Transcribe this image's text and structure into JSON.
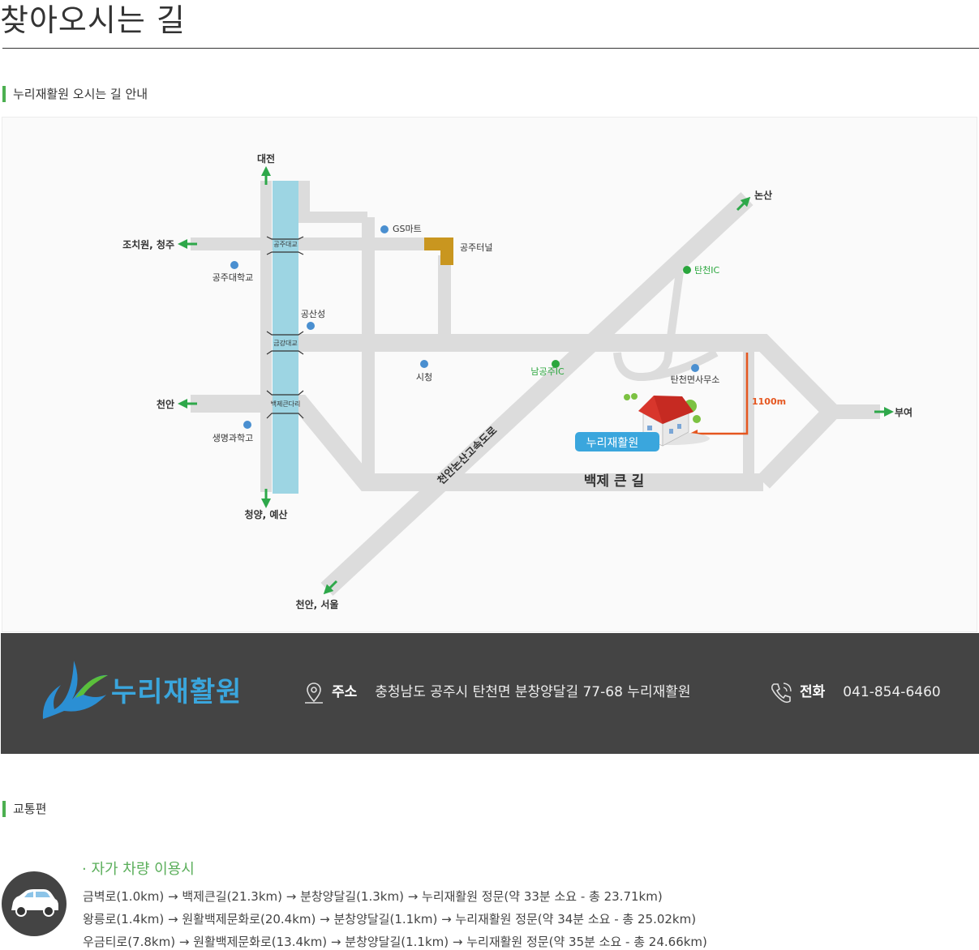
{
  "page_title": "찾아오시는 길",
  "section_map": "누리재활원 오시는 길 안내",
  "map": {
    "places": {
      "daejeon": "대전",
      "jochiwon": "조치원, 청주",
      "gongju_univ": "공주대학교",
      "gs_mart": "GS마트",
      "gongju_tunnel": "공주터널",
      "gongsanseong": "공산성",
      "city_hall": "시청",
      "cheonan": "천안",
      "life_sci_hs": "생명과학고",
      "cheongyang": "청양, 예산",
      "cheonan_seoul": "천안, 서울",
      "nonsan": "논산",
      "tancheon_ic": "탄천IC",
      "nam_gongju_ic": "남공주IC",
      "tancheon_office": "탄천면사무소",
      "buyeo": "부여",
      "distance": "1100m"
    },
    "bridges": {
      "gongju": "공주대교",
      "geumgang": "금강대교",
      "baekje": "백제큰다리"
    },
    "roads": {
      "highway": "천안논산고속도로",
      "baekje_road": "백제 큰 길"
    },
    "destination": "누리재활원",
    "colors": {
      "road": "#dcdcdc",
      "river": "#9dd5e3",
      "arrow": "#2ea84a",
      "route": "#e5561f",
      "poi": "#4a8fd0",
      "ic": "#2aa63d",
      "tunnel": "#c9961f",
      "badge": "#3aa6dd"
    }
  },
  "info": {
    "logo_text": "누리재활원",
    "address_label": "주소",
    "address": "충청남도 공주시 탄천면 분창양달길 77-68 누리재활원",
    "phone_label": "전화",
    "phone": "041-854-6460"
  },
  "section_traffic": "교통편",
  "car": {
    "title": "· 자가 차량 이용시",
    "routes": [
      "금벽로(1.0km) → 백제큰길(21.3km) → 분창양달길(1.3km) → 누리재활원 정문(약 33분 소요 - 총 23.71km)",
      "왕릉로(1.4km) → 원활백제문화로(20.4km) → 분창양달길(1.1km) → 누리재활원 정문(약 34분 소요 - 총 25.02km)",
      "우금티로(7.8km) → 원활백제문화로(13.4km) → 분창양달길(1.1km) → 누리재활원 정문(약 35분 소요 - 총 24.66km)"
    ]
  }
}
